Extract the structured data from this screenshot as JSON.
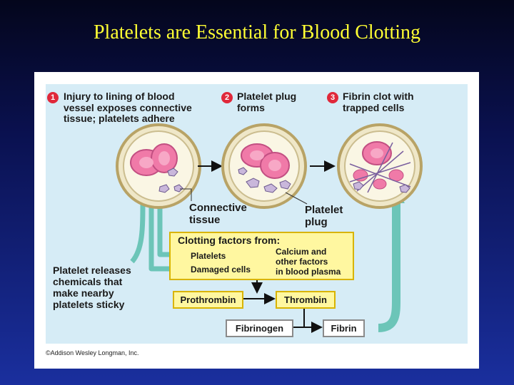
{
  "slide_title": "Platelets are Essential for Blood Clotting",
  "steps": [
    {
      "number": "1",
      "text": "Injury to lining of blood\nvessel exposes connective\ntissue; platelets adhere"
    },
    {
      "number": "2",
      "text": "Platelet plug\nforms"
    },
    {
      "number": "3",
      "text": "Fibrin clot with\ntrapped cells"
    }
  ],
  "labels": {
    "connective_tissue": "Connective\ntissue",
    "platelet_plug": "Platelet\nplug",
    "platelet_releases": "Platelet releases\nchemicals that\nmake nearby\nplatelets sticky"
  },
  "clotting_factors": {
    "title": "Clotting factors from:",
    "platelets": "Platelets",
    "damaged_cells": "Damaged cells",
    "calcium": "Calcium and\nother factors\nin blood plasma"
  },
  "boxes": {
    "prothrombin": "Prothrombin",
    "thrombin": "Thrombin",
    "fibrinogen": "Fibrinogen",
    "fibrin": "Fibrin"
  },
  "copyright": "©Addison Wesley Longman, Inc.",
  "colors": {
    "title": "#ffff33",
    "badge": "#e0283a",
    "arrow": "#6cc5b8",
    "cell": "#f07aa8",
    "panel": "#d6ecf6"
  }
}
